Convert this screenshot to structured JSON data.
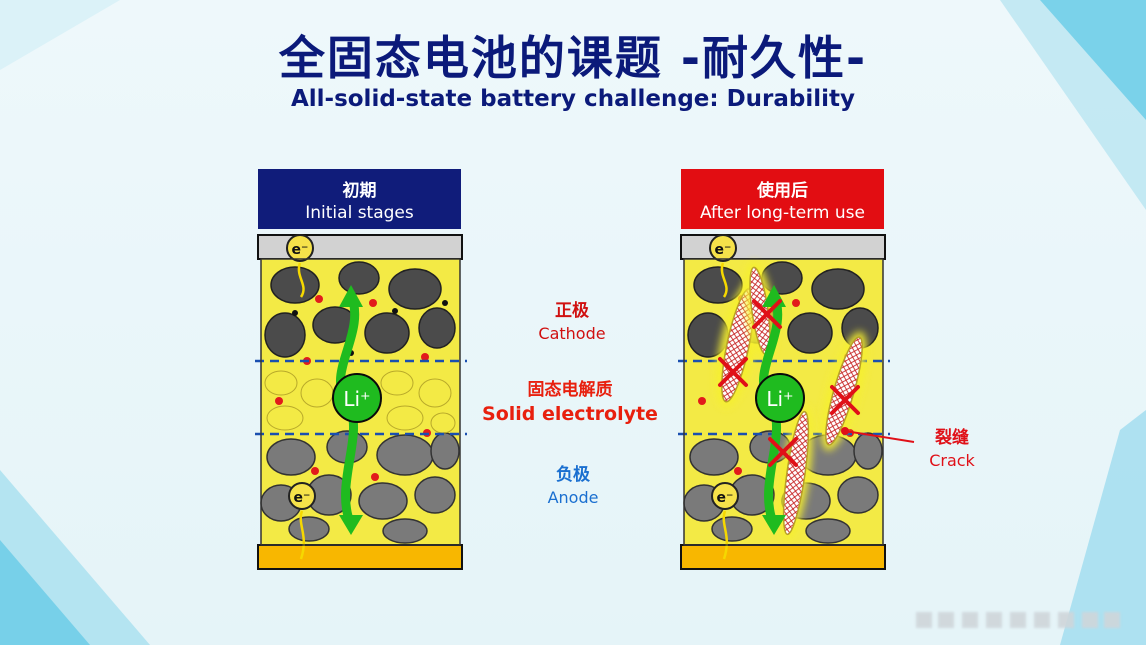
{
  "title": "全固态电池的课题 -耐久性-",
  "subtitle": "All-solid-state battery challenge: Durability",
  "panels": {
    "initial": {
      "zh": "初期",
      "en": "Initial stages"
    },
    "after": {
      "zh": "使用后",
      "en": "After long-term use"
    }
  },
  "layers": {
    "cathode": {
      "zh": "正极",
      "en": "Cathode"
    },
    "electrolyte": {
      "zh": "固态电解质",
      "en": "Solid electrolyte"
    },
    "anode": {
      "zh": "负极",
      "en": "Anode"
    }
  },
  "crack": {
    "zh": "裂缝",
    "en": "Crack"
  },
  "symbols": {
    "electron": "e⁻",
    "lithium_ion": "Li⁺"
  },
  "colors": {
    "title": "#0b1a7a",
    "initial_header": "#101c7a",
    "after_header": "#e20d12",
    "cathode_label": "#d01010",
    "electrolyte_label": "#e8200e",
    "anode_label": "#1a6fd0",
    "electrolyte_fill": "#f5ec4a",
    "particle_gray": "#4f4f4f",
    "ion_green": "#1fbb1f",
    "current_collector_top": "#cfcfcf",
    "current_collector_bottom": "#f8b700",
    "crack_red": "#e01018"
  }
}
